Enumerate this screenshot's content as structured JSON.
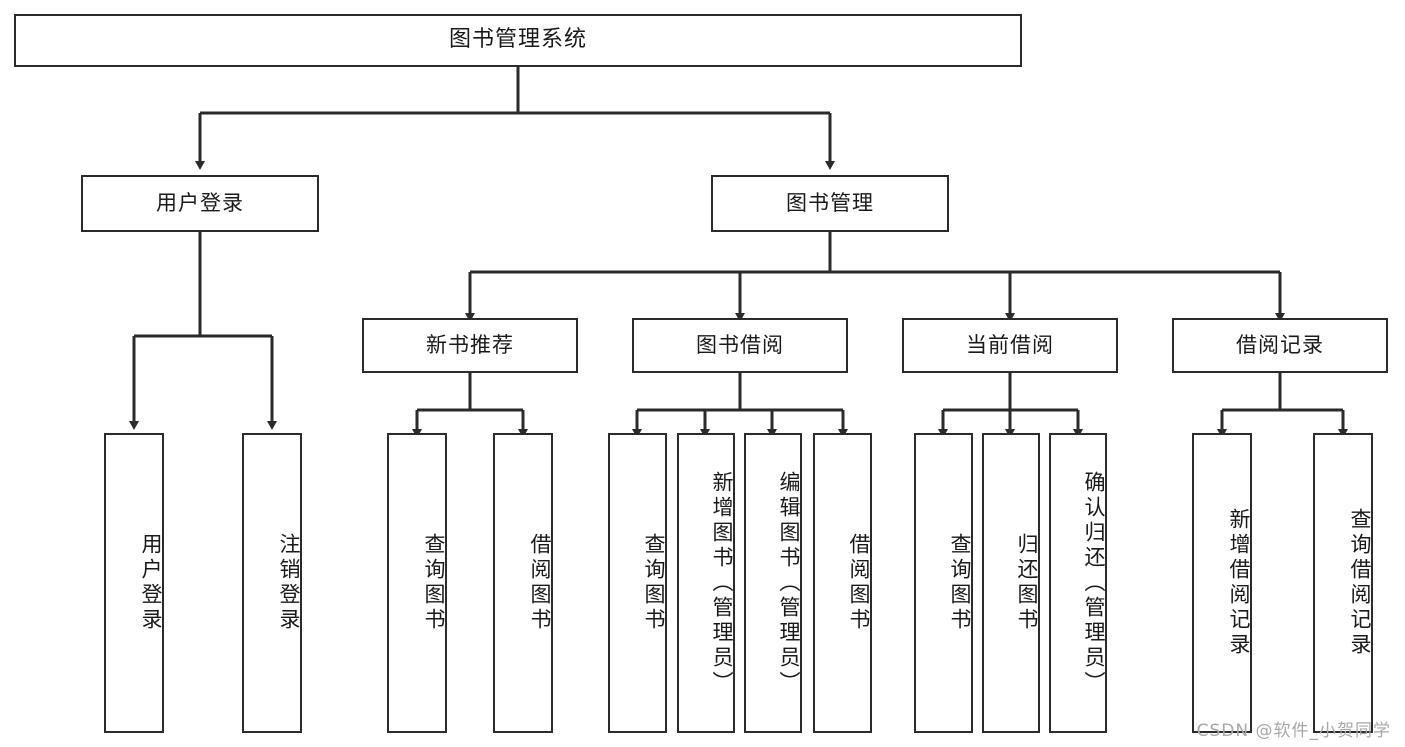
{
  "diagram": {
    "type": "tree-hierarchy",
    "title": "图书管理系统",
    "watermark": "CSDN @软件_小贺同学",
    "colors": {
      "stroke": "#2b2b2b",
      "fill": "#ffffff",
      "text": "#1a1a1a",
      "watermark": "#a8a8a8"
    },
    "root": {
      "label": "图书管理系统"
    },
    "level2": [
      {
        "id": "user-login",
        "label": "用户登录"
      },
      {
        "id": "book-management",
        "label": "图书管理"
      }
    ],
    "level3": [
      {
        "id": "new-book-recommend",
        "label": "新书推荐"
      },
      {
        "id": "book-borrow",
        "label": "图书借阅"
      },
      {
        "id": "current-borrow",
        "label": "当前借阅"
      },
      {
        "id": "borrow-record",
        "label": "借阅记录"
      }
    ],
    "leaves": {
      "user_login": [
        {
          "id": "leaf-user-login",
          "label": "用户登录"
        },
        {
          "id": "leaf-logout",
          "label": "注销登录"
        }
      ],
      "new_book_recommend": [
        {
          "id": "leaf-query-book-1",
          "label": "查询图书"
        },
        {
          "id": "leaf-borrow-book-1",
          "label": "借阅图书"
        }
      ],
      "book_borrow": [
        {
          "id": "leaf-query-book-2",
          "label": "查询图书"
        },
        {
          "id": "leaf-add-book",
          "label": "新增图书（管理员）"
        },
        {
          "id": "leaf-edit-book",
          "label": "编辑图书（管理员）"
        },
        {
          "id": "leaf-borrow-book-2",
          "label": "借阅图书"
        }
      ],
      "current_borrow": [
        {
          "id": "leaf-query-book-3",
          "label": "查询图书"
        },
        {
          "id": "leaf-return-book",
          "label": "归还图书"
        },
        {
          "id": "leaf-confirm-return",
          "label": "确认归还（管理员）"
        }
      ],
      "borrow_record": [
        {
          "id": "leaf-add-record",
          "label": "新增借阅记录"
        },
        {
          "id": "leaf-query-record",
          "label": "查询借阅记录"
        }
      ]
    }
  }
}
